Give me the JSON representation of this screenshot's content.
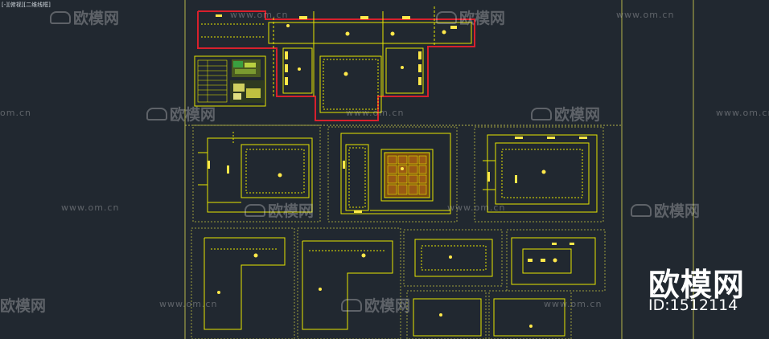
{
  "viewport": {
    "label": "[-][俯视][二维线框]"
  },
  "watermark": {
    "logo_text": "欧模网",
    "url_text": "www.om.cn",
    "url_fragment": "om.cn"
  },
  "brand": {
    "name": "欧模网",
    "id_text": "ID:1512114"
  },
  "colors": {
    "background": "#212830",
    "cad_line": "#e6e600",
    "cad_line_dim": "#9c9c3c",
    "wall_red": "#d8202c",
    "frame": "#b5b54a",
    "fixture": "#ffe84a"
  }
}
